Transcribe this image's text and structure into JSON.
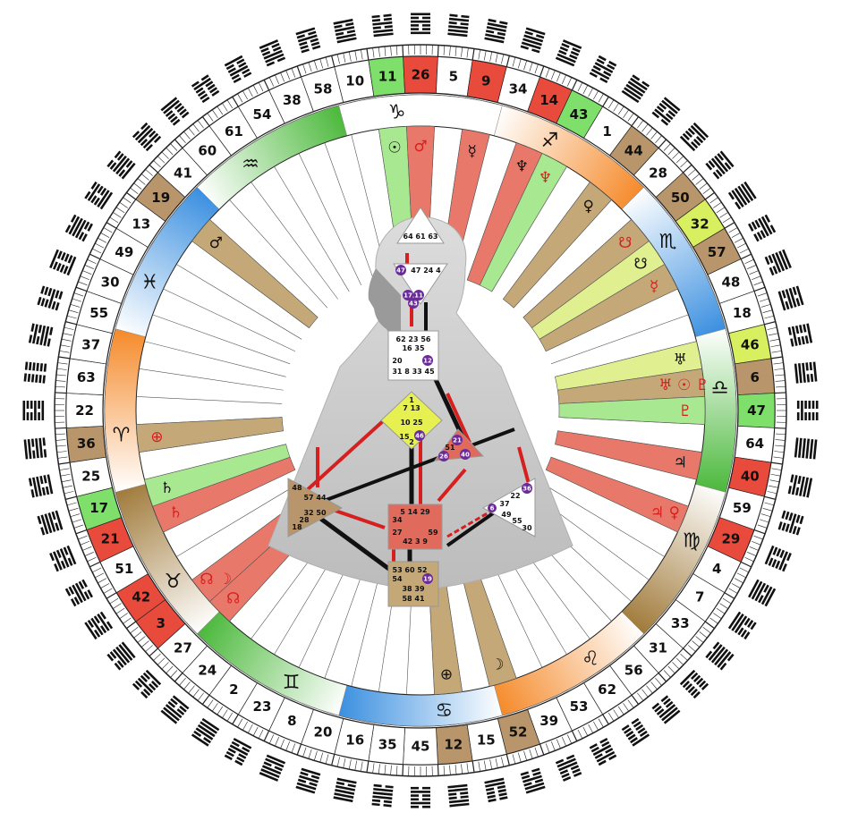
{
  "gate_wheel": [
    {
      "gate": "10",
      "fill": "#ffffff"
    },
    {
      "gate": "11",
      "fill": "#7ee06a"
    },
    {
      "gate": "26",
      "fill": "#e84a3c"
    },
    {
      "gate": "5",
      "fill": "#ffffff"
    },
    {
      "gate": "9",
      "fill": "#e84a3c"
    },
    {
      "gate": "34",
      "fill": "#ffffff"
    },
    {
      "gate": "14",
      "fill": "#e84a3c"
    },
    {
      "gate": "43",
      "fill": "#7ee06a"
    },
    {
      "gate": "1",
      "fill": "#ffffff"
    },
    {
      "gate": "44",
      "fill": "#b8956a"
    },
    {
      "gate": "28",
      "fill": "#ffffff"
    },
    {
      "gate": "50",
      "fill": "#b8956a"
    },
    {
      "gate": "32",
      "fill": "#d8f060"
    },
    {
      "gate": "57",
      "fill": "#b8956a"
    },
    {
      "gate": "48",
      "fill": "#ffffff"
    },
    {
      "gate": "18",
      "fill": "#ffffff"
    },
    {
      "gate": "46",
      "fill": "#d8f060"
    },
    {
      "gate": "6",
      "fill": "#b8956a"
    },
    {
      "gate": "47",
      "fill": "#7ee06a"
    },
    {
      "gate": "64",
      "fill": "#ffffff"
    },
    {
      "gate": "40",
      "fill": "#e84a3c"
    },
    {
      "gate": "59",
      "fill": "#ffffff"
    },
    {
      "gate": "29",
      "fill": "#e84a3c"
    },
    {
      "gate": "4",
      "fill": "#ffffff"
    },
    {
      "gate": "7",
      "fill": "#ffffff"
    },
    {
      "gate": "33",
      "fill": "#ffffff"
    },
    {
      "gate": "31",
      "fill": "#ffffff"
    },
    {
      "gate": "56",
      "fill": "#ffffff"
    },
    {
      "gate": "62",
      "fill": "#ffffff"
    },
    {
      "gate": "53",
      "fill": "#ffffff"
    },
    {
      "gate": "39",
      "fill": "#ffffff"
    },
    {
      "gate": "52",
      "fill": "#b8956a"
    },
    {
      "gate": "15",
      "fill": "#ffffff"
    },
    {
      "gate": "12",
      "fill": "#b8956a"
    },
    {
      "gate": "45",
      "fill": "#ffffff"
    },
    {
      "gate": "35",
      "fill": "#ffffff"
    },
    {
      "gate": "16",
      "fill": "#ffffff"
    },
    {
      "gate": "20",
      "fill": "#ffffff"
    },
    {
      "gate": "8",
      "fill": "#ffffff"
    },
    {
      "gate": "23",
      "fill": "#ffffff"
    },
    {
      "gate": "2",
      "fill": "#ffffff"
    },
    {
      "gate": "24",
      "fill": "#ffffff"
    },
    {
      "gate": "27",
      "fill": "#ffffff"
    },
    {
      "gate": "3",
      "fill": "#e84a3c"
    },
    {
      "gate": "42",
      "fill": "#e84a3c"
    },
    {
      "gate": "51",
      "fill": "#ffffff"
    },
    {
      "gate": "21",
      "fill": "#e84a3c"
    },
    {
      "gate": "17",
      "fill": "#7ee06a"
    },
    {
      "gate": "25",
      "fill": "#ffffff"
    },
    {
      "gate": "36",
      "fill": "#b8956a"
    },
    {
      "gate": "22",
      "fill": "#ffffff"
    },
    {
      "gate": "63",
      "fill": "#ffffff"
    },
    {
      "gate": "37",
      "fill": "#ffffff"
    },
    {
      "gate": "55",
      "fill": "#ffffff"
    },
    {
      "gate": "30",
      "fill": "#ffffff"
    },
    {
      "gate": "49",
      "fill": "#ffffff"
    },
    {
      "gate": "13",
      "fill": "#ffffff"
    },
    {
      "gate": "19",
      "fill": "#b8956a"
    },
    {
      "gate": "41",
      "fill": "#ffffff"
    },
    {
      "gate": "60",
      "fill": "#ffffff"
    },
    {
      "gate": "61",
      "fill": "#ffffff"
    },
    {
      "gate": "54",
      "fill": "#ffffff"
    },
    {
      "gate": "38",
      "fill": "#ffffff"
    },
    {
      "gate": "58",
      "fill": "#ffffff"
    }
  ],
  "zodiac": [
    {
      "sign": "capricorn",
      "glyph": "♑",
      "color": "#ffffff"
    },
    {
      "sign": "sagittarius",
      "glyph": "♐",
      "color": "#f58a2a"
    },
    {
      "sign": "scorpio",
      "glyph": "♏",
      "color": "#3a8fe0"
    },
    {
      "sign": "libra",
      "glyph": "♎",
      "color": "#4ab83a"
    },
    {
      "sign": "virgo",
      "glyph": "♍",
      "color": "#a07a3a"
    },
    {
      "sign": "leo",
      "glyph": "♌",
      "color": "#f58a2a"
    },
    {
      "sign": "cancer",
      "glyph": "♋",
      "color": "#3a8fe0"
    },
    {
      "sign": "gemini",
      "glyph": "♊",
      "color": "#4ab83a"
    },
    {
      "sign": "taurus",
      "glyph": "♉",
      "color": "#a07a3a"
    },
    {
      "sign": "aries",
      "glyph": "♈",
      "color": "#f58a2a"
    },
    {
      "sign": "pisces",
      "glyph": "♓",
      "color": "#3a8fe0"
    },
    {
      "sign": "aquarius",
      "glyph": "♒",
      "color": "#4ab83a"
    }
  ],
  "activations": [
    {
      "gate_index": 1,
      "color": "#a8e890",
      "glyph": "☉",
      "glyph_color": "#111111"
    },
    {
      "gate_index": 2,
      "color": "#e8786a",
      "glyph": "♂",
      "glyph_color": "#d62020"
    },
    {
      "gate_index": 4,
      "color": "#e8786a",
      "glyph": "☿",
      "glyph_color": "#111111"
    },
    {
      "gate_index": 6,
      "color": "#e8786a",
      "glyph": "♆",
      "glyph_color": "#111111"
    },
    {
      "gate_index": 7,
      "color": "#a8e890",
      "glyph": "♆",
      "glyph_color": "#d62020"
    },
    {
      "gate_index": 9,
      "color": "#c4a878",
      "glyph": "♀",
      "glyph_color": "#111111"
    },
    {
      "gate_index": 11,
      "color": "#c4a878",
      "glyph": "☋",
      "glyph_color": "#d62020"
    },
    {
      "gate_index": 12,
      "color": "#e0f090",
      "glyph": "☋",
      "glyph_color": "#111111"
    },
    {
      "gate_index": 13,
      "color": "#c4a878",
      "glyph": "☿",
      "glyph_color": "#d62020"
    },
    {
      "gate_index": 16,
      "color": "#e0f090",
      "glyph": "♅",
      "glyph_color": "#111111"
    },
    {
      "gate_index": 17,
      "color": "#c4a878",
      "glyph": "♅ ☉ ♇",
      "glyph_color": "#d62020"
    },
    {
      "gate_index": 18,
      "color": "#a8e890",
      "glyph": "♇",
      "glyph_color": "#d62020"
    },
    {
      "gate_index": 20,
      "color": "#e8786a",
      "glyph": "♃",
      "glyph_color": "#111111"
    },
    {
      "gate_index": 22,
      "color": "#e8786a",
      "glyph": "♃ ♀",
      "glyph_color": "#d62020"
    },
    {
      "gate_index": 31,
      "color": "#c4a878",
      "glyph": "☽",
      "glyph_color": "#111111"
    },
    {
      "gate_index": 33,
      "color": "#c4a878",
      "glyph": "⊕",
      "glyph_color": "#111111"
    },
    {
      "gate_index": 42,
      "color": "#e8786a",
      "glyph": "☊",
      "glyph_color": "#d62020"
    },
    {
      "gate_index": 43,
      "color": "#e8786a",
      "glyph": "☊ ☽",
      "glyph_color": "#d62020"
    },
    {
      "gate_index": 46,
      "color": "#e8786a",
      "glyph": "♄",
      "glyph_color": "#d62020"
    },
    {
      "gate_index": 47,
      "color": "#a8e890",
      "glyph": "♄",
      "glyph_color": "#111111"
    },
    {
      "gate_index": 49,
      "color": "#c4a878",
      "glyph": "⊕",
      "glyph_color": "#d62020"
    },
    {
      "gate_index": 57,
      "color": "#c4a878",
      "glyph": "♂",
      "glyph_color": "#111111"
    }
  ],
  "centers": {
    "head": {
      "gates": "64 61 63"
    },
    "ajna": {
      "gates": "47 24 4",
      "badges": [
        "47",
        "17",
        "11",
        "43"
      ]
    },
    "throat": {
      "row1": "62 23 56",
      "row2": "16      35",
      "row3": "20",
      "row4": "31 8 33 45",
      "badge": "12"
    },
    "g": {
      "row1": "1",
      "row2": "7    13",
      "row3": "10        25",
      "row4": "15",
      "row5": "2",
      "badge": "46"
    },
    "ego": {
      "row1": "21",
      "row2": "51",
      "badges": [
        "21",
        "26",
        "40"
      ]
    },
    "spleen": {
      "row1": "48",
      "row2": "57 44",
      "row3": "32 50",
      "row4": "28",
      "row5": "18"
    },
    "sacral": {
      "row1": "5 14 29",
      "row2": "34",
      "row3": "27",
      "row4": "59",
      "row5": "42 3 9"
    },
    "solar": {
      "row1": "36",
      "row2": "22",
      "row3": "37",
      "row4": "6",
      "row5": "49",
      "row6": "55",
      "row7": "30"
    },
    "root": {
      "row1": "53 60 52",
      "row2": "54",
      "row3": "19",
      "row4": "38 39",
      "row5": "58 41"
    }
  }
}
